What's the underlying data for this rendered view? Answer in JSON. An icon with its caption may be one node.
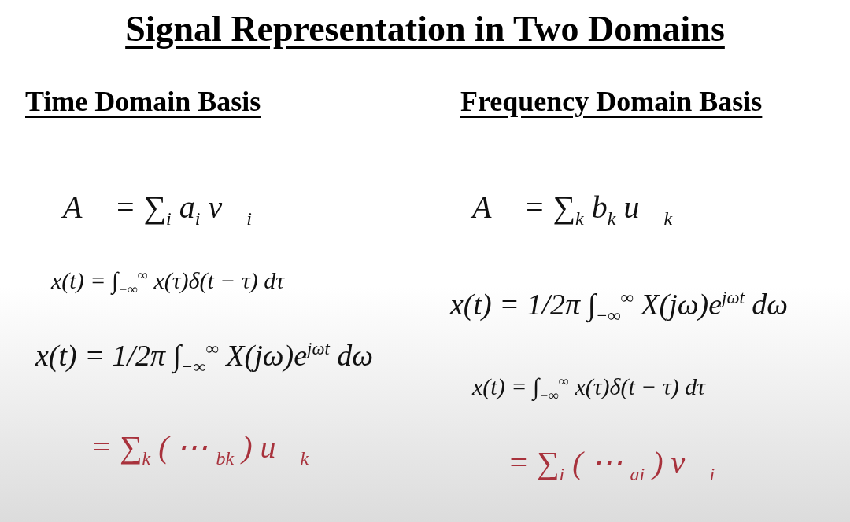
{
  "diagram": {
    "title": "Signal Representation in Two Domains",
    "labels": [
      "Time Domain Basis",
      "Frequency Domain Basis",
      "A⃗ = ∑$_{i}$ a$_{i}$ v⃗$_{i}$",
      "x(t) = ∫$_{−∞}$$^{∞}$ x(τ)δ(t − τ) dτ",
      "x(t) = 1/2π ∫$_{−∞}$$^{∞}$ X(jω)e$^{jωt}$ dω",
      "= ∑$_{k}$ ( ⋯ $_{bk}$ ) u⃗$_{k}$",
      "A⃗ = ∑$_{k}$ b$_{k}$ u⃗$_{k}$",
      "x(t) = 1/2π ∫$_{−∞}$$^{∞}$ X(jω)e$^{jωt}$ dω",
      "x(t) = ∫$_{−∞}$$^{∞}$ x(τ)δ(t − τ) dτ",
      "= ∑$_{i}$ ( ⋯ $_{ai}$ ) v⃗$_{i}$"
    ]
  }
}
